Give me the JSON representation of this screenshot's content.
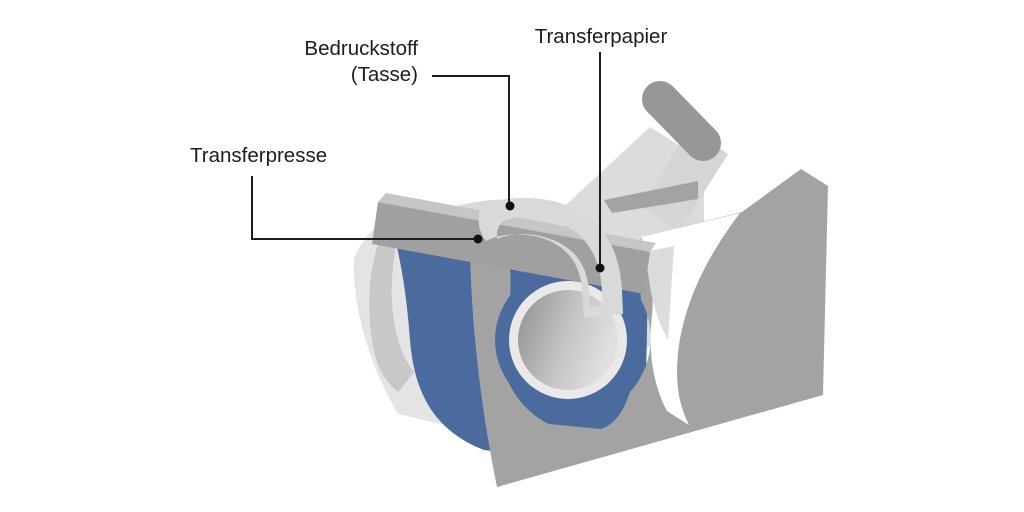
{
  "figure": {
    "type": "diagram",
    "subject": "Tassen-Transferpresse Schema (mug heat press)",
    "labels": {
      "transferpresse": "Transferpresse",
      "bedruckstoff_line1": "Bedruckstoff",
      "bedruckstoff_line2": "(Tasse)",
      "transferpapier": "Transferpapier"
    },
    "colors": {
      "blue": "#4b6a9d",
      "frame_gray": "#a3a3a3",
      "bar_gray": "#a0a0a0",
      "bar_top_gray": "#c6c6c6",
      "light_gray": "#d9d9d9",
      "lighter_gray": "#dcdcdc",
      "pale_gray": "#e4e4e4",
      "crescent_gray": "#c8c8c8",
      "lever_gray": "#979797",
      "link_gray": "#d5d5d5",
      "mug_white": "#e9e9e9",
      "interior_dark": "#8f8f8f",
      "interior_light": "#e0e0e0",
      "line_color": "#1d1d1b",
      "dot_color": "#111111"
    }
  }
}
